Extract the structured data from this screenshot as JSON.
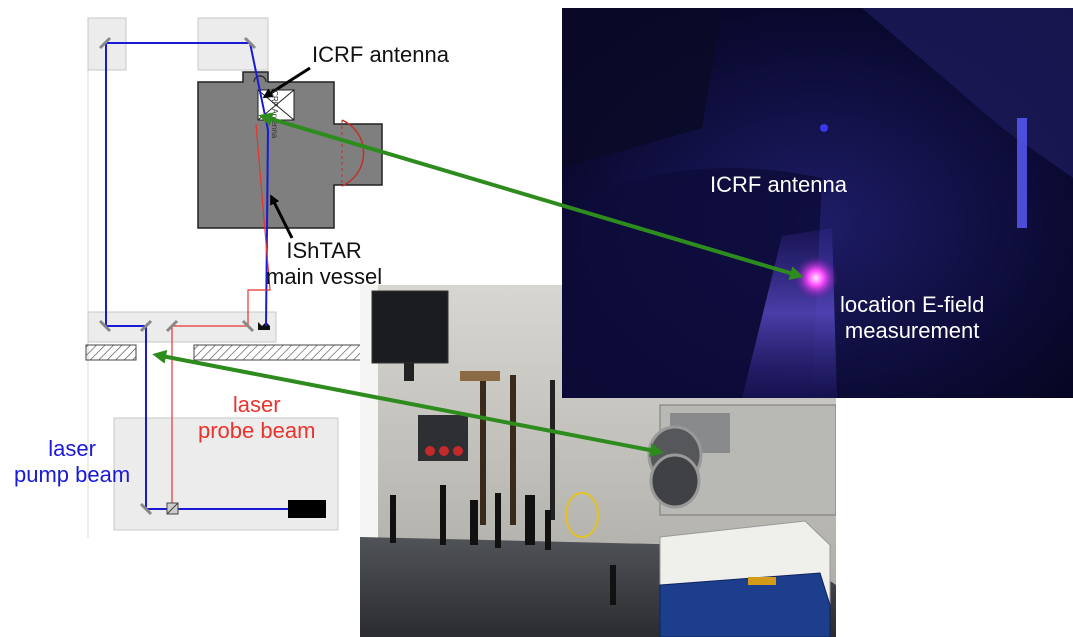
{
  "labels": {
    "icrf_schematic": "ICRF antenna",
    "ishtar_line1": "IShTAR",
    "ishtar_line2": "main vessel",
    "laser_probe_line1": "laser",
    "laser_probe_line2": "probe beam",
    "laser_pump_line1": "laser",
    "laser_pump_line2": "pump beam",
    "icrf_photo": "ICRF antenna",
    "efield_line1": "location E-field",
    "efield_line2": "measurement",
    "vessel_antenna_text": "ICRF Antenna"
  },
  "colors": {
    "pump_beam": "#1a1ad6",
    "probe_beam": "#e8332e",
    "green_arrow": "#2e8b1e",
    "vessel_fill": "#7f7f7f",
    "plasma_glow": "#ff4dff"
  }
}
